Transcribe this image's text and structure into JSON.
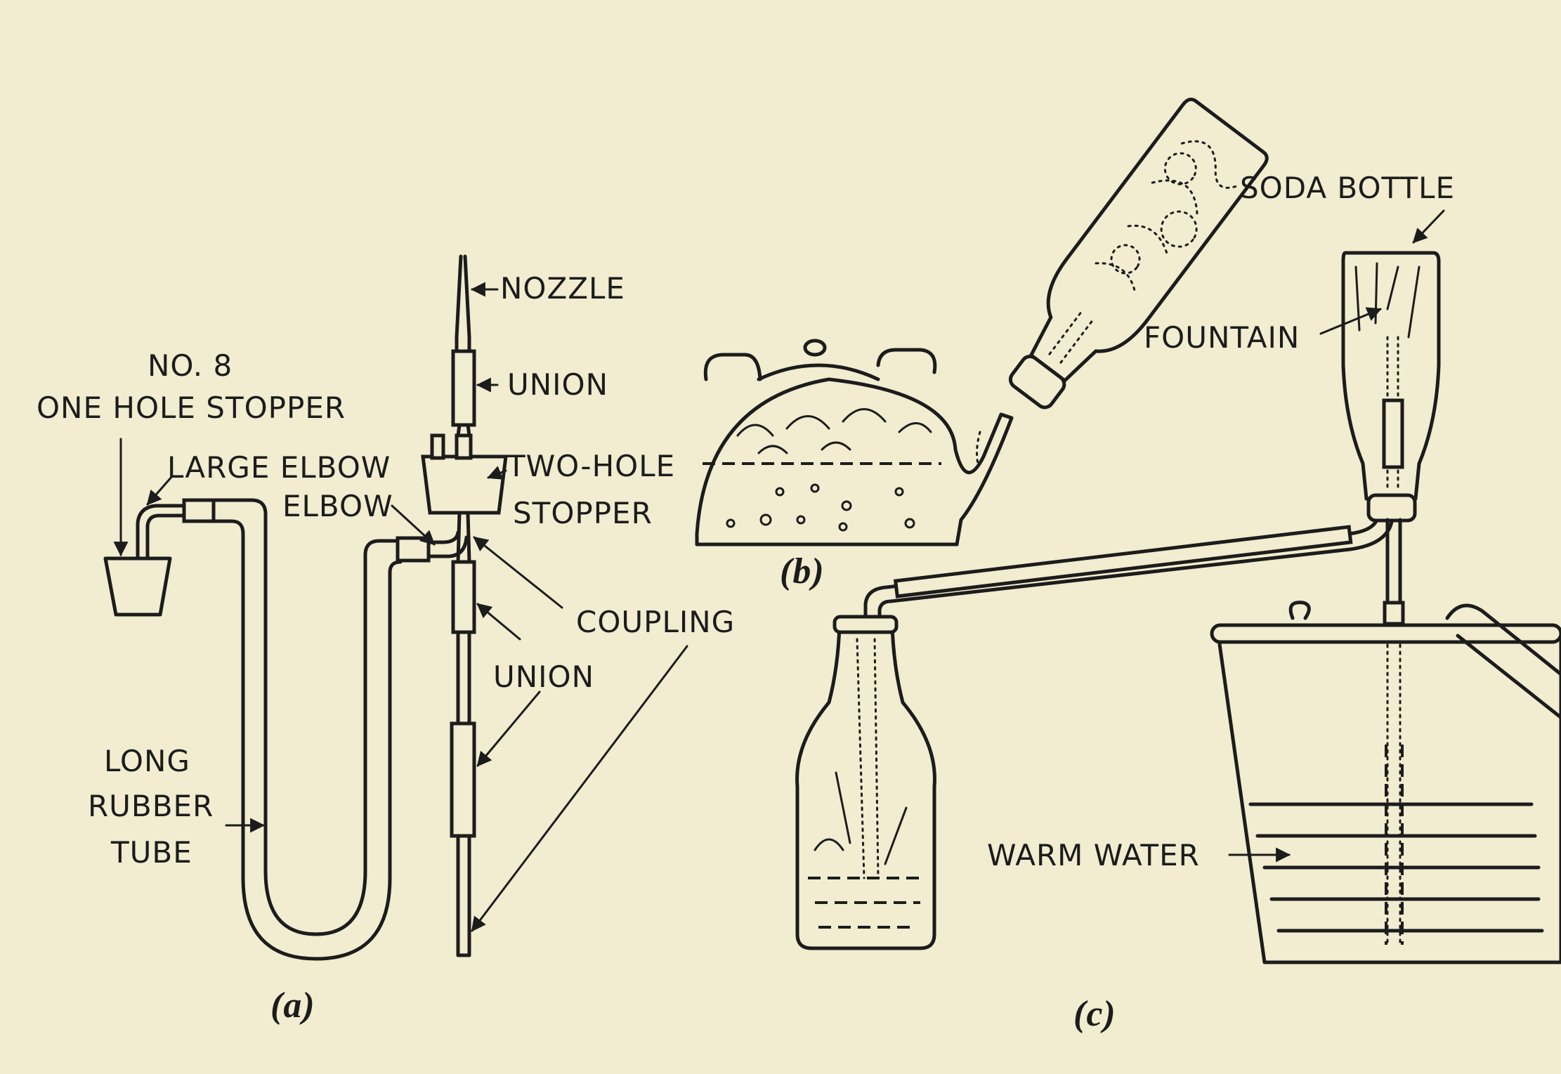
{
  "labels": {
    "no8": "NO. 8",
    "one_hole_stopper": "ONE HOLE STOPPER",
    "large_elbow": "LARGE ELBOW",
    "elbow": "ELBOW",
    "nozzle": "NOZZLE",
    "union_top": "UNION",
    "two_hole": "TWO-HOLE",
    "stopper": "STOPPER",
    "coupling": "COUPLING",
    "union_bottom": "UNION",
    "long": "LONG",
    "rubber": "RUBBER",
    "tube": "TUBE",
    "soda_bottle": "SODA BOTTLE",
    "fountain": "FOUNTAIN",
    "warm_water": "WARM WATER"
  },
  "captions": {
    "a": "(a)",
    "b": "(b)",
    "c": "(c)"
  },
  "colors": {
    "paper": "#f2ecd0",
    "ink": "#1c1c1c"
  }
}
